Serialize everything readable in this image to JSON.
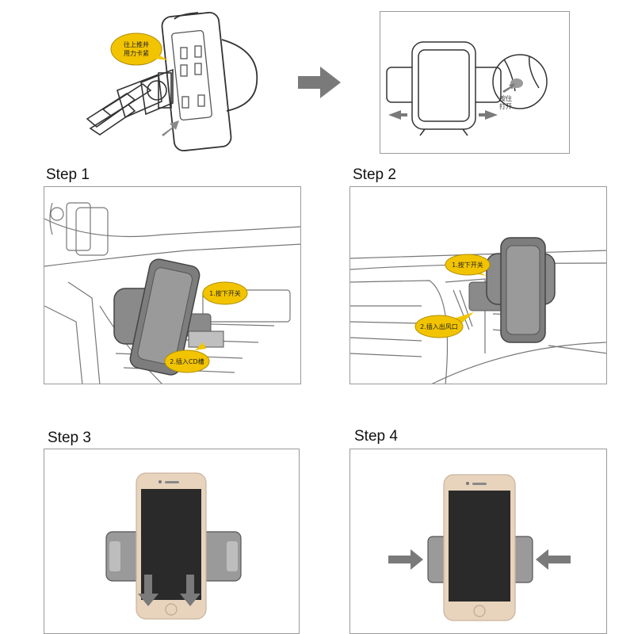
{
  "top": {
    "callout_line1": "往上推并",
    "callout_line2": "用力卡紧",
    "release_line1": "按住",
    "release_line2": "打开"
  },
  "steps": [
    {
      "label": "Step 1",
      "callout_a": "1.按下开关",
      "callout_b": "2.插入CD槽"
    },
    {
      "label": "Step 2",
      "callout_a": "1.按下开关",
      "callout_b": "2.插入出风口"
    },
    {
      "label": "Step 3"
    },
    {
      "label": "Step 4"
    }
  ],
  "colors": {
    "callout_fill": "#f2c400",
    "holder_gray": "#8a8a8a",
    "arrow_gray": "#7a7a7a",
    "phone_gold": "#e8d3bd",
    "screen": "#2a2a2a"
  }
}
